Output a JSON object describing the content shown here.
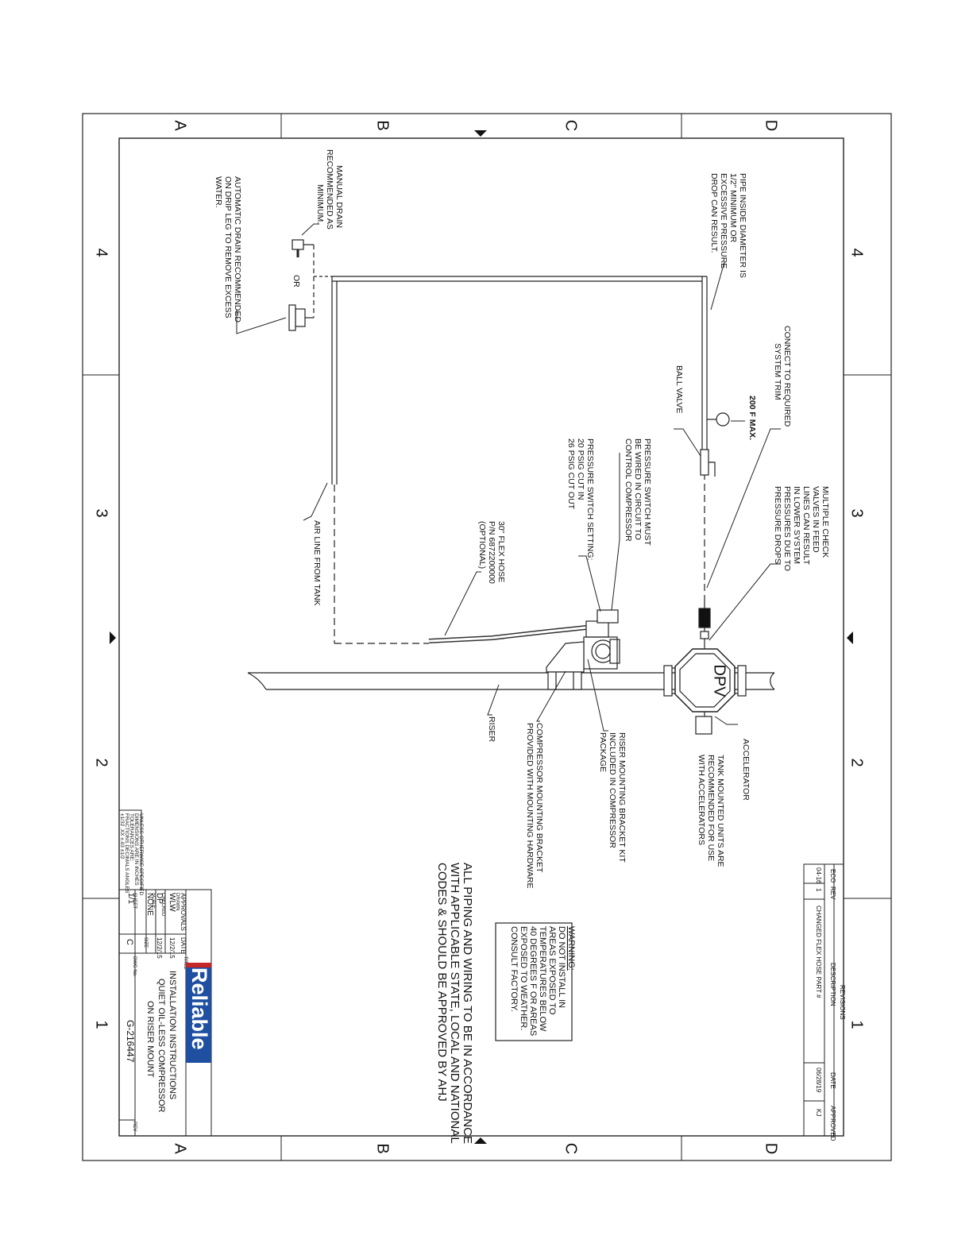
{
  "grid_labels": {
    "letters": [
      "A",
      "B",
      "C",
      "D"
    ],
    "numbers": [
      "4",
      "3",
      "2",
      "1"
    ]
  },
  "notes": {
    "pipe_inside": [
      "PIPE INSIDE DIAMETER IS",
      "1/2\" MINIMUM OR",
      "EXCESSIVE PRESSURE",
      "DROP CAN RESULT."
    ],
    "manual_drain": [
      "MANUAL DRAIN",
      "RECOMMENDED AS",
      "MINIMUM."
    ],
    "auto_drain": [
      "AUTOMATIC DRAIN RECOMMENDED",
      "ON DRIP LEG TO REMOVE EXCESS",
      "WATER."
    ],
    "or": "OR",
    "connect_trim": [
      "CONNECT TO REQUIRED",
      "SYSTEM TRIM"
    ],
    "max_temp": "200 F MAX.",
    "ball_valve": "BALL VALVE",
    "pressure_switch_wire": [
      "PRESSURE SWITCH MUST",
      "BE WIRED IN CIRCUIT TO",
      "CONTROL COMPRESSOR"
    ],
    "pressure_switch_setting": [
      "PRESSURE SWITCH SETTING:",
      "20 PSIG CUT IN",
      "26 PSIG CUT OUT"
    ],
    "multiple_check": [
      "MULTIPLE CHECK",
      "VALVES IN FEED",
      "LINES CAN RESULT",
      "IN LOWER SYSTEM",
      "PRESSURES DUE TO",
      "PRESSURE DROPS"
    ],
    "flex_hose": [
      "30\" FLEX HOSE",
      "P/N 6872200000",
      "(OPTIONAL)"
    ],
    "air_line": "AIR LINE FROM TANK",
    "dpv": "DPV",
    "accelerator": "ACCELERATOR",
    "tank_mounted": [
      "TANK MOUNTED UNITS ARE",
      "RECOMMENDED FOR USE",
      "WITH ACCELERATORS"
    ],
    "riser_bracket_kit": [
      "RISER MOUNTING BRACKET KIT",
      "INCLUDED IN COMPRESSOR",
      "PACKAGE"
    ],
    "compressor_bracket": [
      "COMPRESSOR MOUNTING BRACKET",
      "PROVIDED WITH MOUNTING HARDWARE"
    ],
    "riser": "RISER",
    "warning": [
      "WARNING:",
      "DO NOT INSTALL IN",
      "AREAS EXPOSED TO",
      "TEMPERATURES BELOW",
      "40 DEGREES F OR AREAS",
      "EXPOSED TO WEATHER.",
      "CONSULT FACTORY."
    ],
    "all_piping": [
      "ALL PIPING AND WIRING TO BE IN ACCORDANCE",
      "WITH APPLICABLE STATE, LOCAL AND NATIONAL",
      "CODES & SHOULD BE APPROVED BY AHJ"
    ]
  },
  "revisions": {
    "title": "REVISIONS",
    "headers": [
      "ECO",
      "REV",
      "DESCRIPTION",
      "DATE",
      "APPROVED"
    ],
    "row": [
      "04-16",
      "1",
      "CHANGED FLEX HOSE PART #",
      "06/28/19",
      "KJ"
    ]
  },
  "title_block": {
    "tolerances": [
      "UNLESS OTHERWISE SPECIFIED",
      "DIMENSIONS ARE IN INCHES",
      "TOLERANCES ARE:",
      "FRACTIONS  DECIMALS  ANGLES",
      "±1/32    .XX ±.03    ±1/2"
    ],
    "approvals_header": "APPROVALS",
    "date_header": "DATE",
    "drawn_label": "DRAWN",
    "drawn_by": "WLW",
    "drawn_date": "12/2/15",
    "checked_label": "CHECKED",
    "checked_by": "DP",
    "checked_date": "12/2/15",
    "scale_label": "SCALE",
    "scale": "NONE",
    "sheet_label": "SHEET",
    "sheet": "1/1",
    "size_label": "SIZE",
    "size": "C",
    "dwg_label": "DWG No.",
    "dwg_no": "G-216447",
    "rev_label": "REV",
    "title_label": "TITLE",
    "logo": "Reliable",
    "title": [
      "INSTALLATION INSTRUCTIONS",
      "QUIET OIL-LESS COMPRESSOR",
      "ON RISER MOUNT"
    ]
  }
}
